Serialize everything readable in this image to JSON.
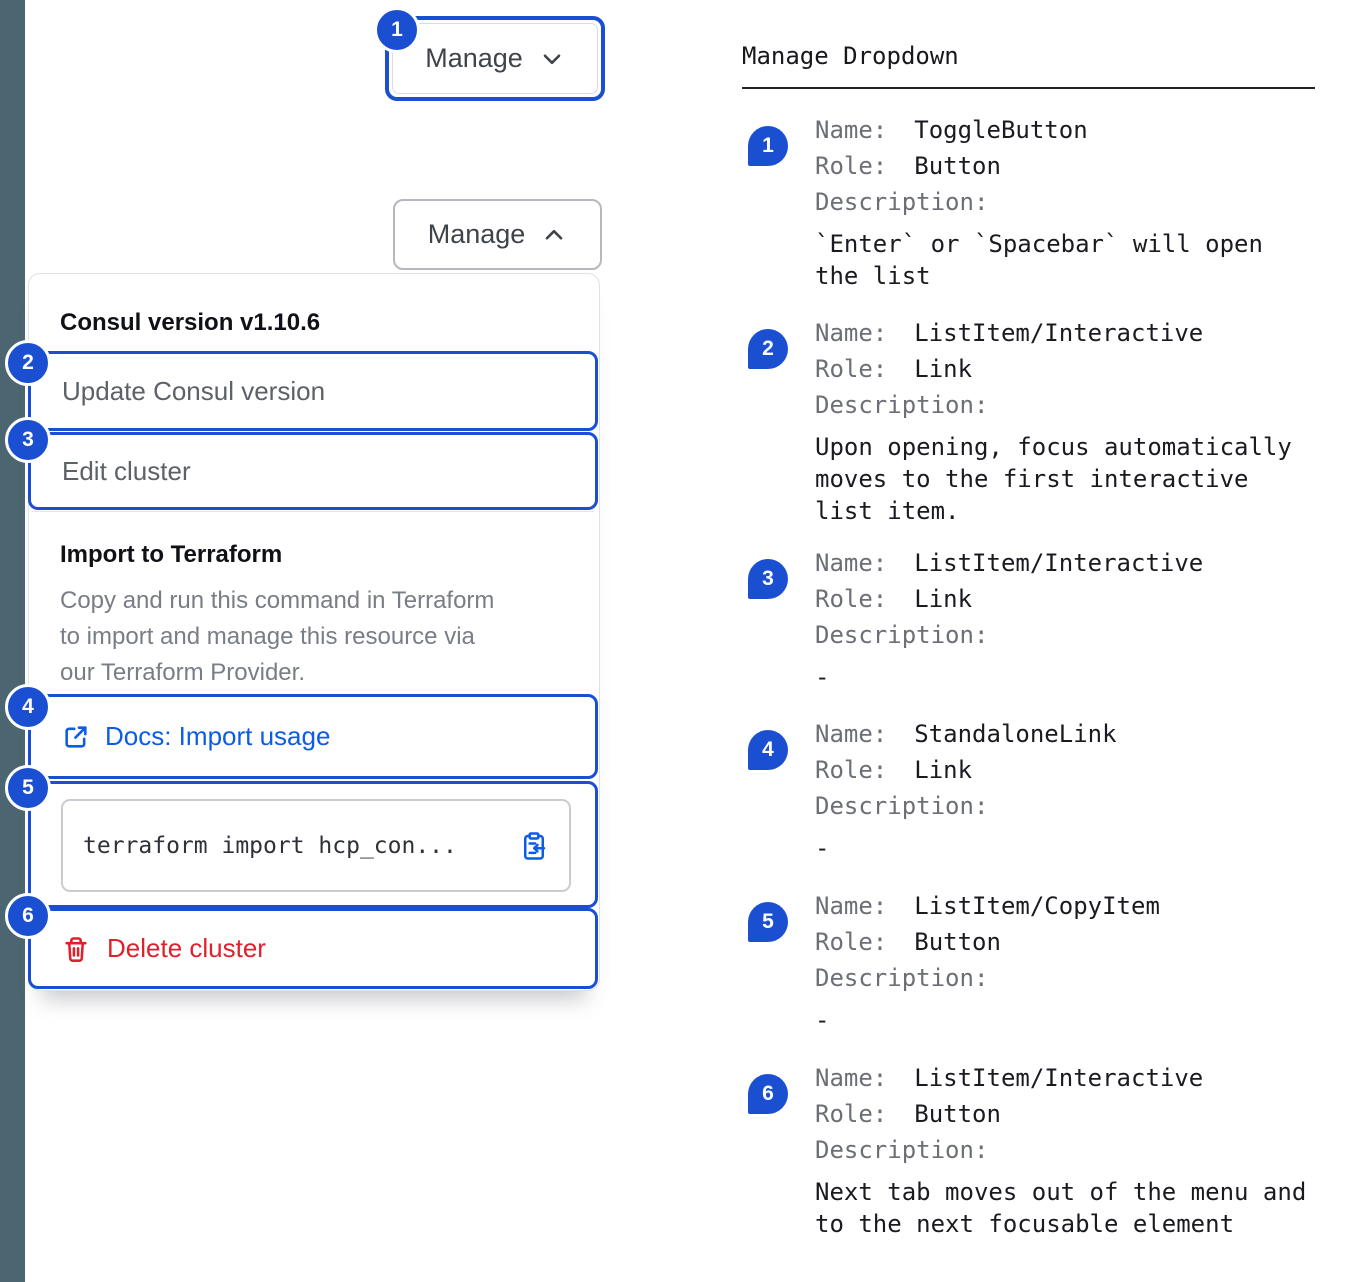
{
  "colors": {
    "accent_blue": "#1b4fd2",
    "link_blue": "#0c5ce8",
    "critical_red": "#e0212d",
    "sidebar_strip": "#4c6671"
  },
  "component": {
    "toggle_button": {
      "label": "Manage"
    },
    "menu": {
      "version_header": "Consul version v1.10.6",
      "update_item": "Update Consul version",
      "edit_item": "Edit cluster",
      "terraform_header": "Import to Terraform",
      "terraform_description": "Copy and run this command in Terraform\nto import and manage this resource via\nour Terraform Provider.",
      "docs_link_label": "Docs: Import usage",
      "code_snippet": "terraform import hcp_con...",
      "delete_label": "Delete cluster"
    }
  },
  "spec": {
    "title": "Manage Dropdown",
    "field_labels": {
      "name": "Name:",
      "role": "Role:",
      "description": "Description:"
    },
    "items": [
      {
        "num": "1",
        "name": "ToggleButton",
        "role": "Button",
        "description": "`Enter` or `Spacebar` will open\nthe list"
      },
      {
        "num": "2",
        "name": "ListItem/Interactive",
        "role": "Link",
        "description": "Upon opening, focus automatically\nmoves to the first interactive\nlist item."
      },
      {
        "num": "3",
        "name": "ListItem/Interactive",
        "role": "Link",
        "description": "-"
      },
      {
        "num": "4",
        "name": "StandaloneLink",
        "role": "Link",
        "description": "-"
      },
      {
        "num": "5",
        "name": "ListItem/CopyItem",
        "role": "Button",
        "description": "-"
      },
      {
        "num": "6",
        "name": "ListItem/Interactive",
        "role": "Button",
        "description": "Next tab moves out of the menu and\nto the next focusable element"
      }
    ]
  }
}
